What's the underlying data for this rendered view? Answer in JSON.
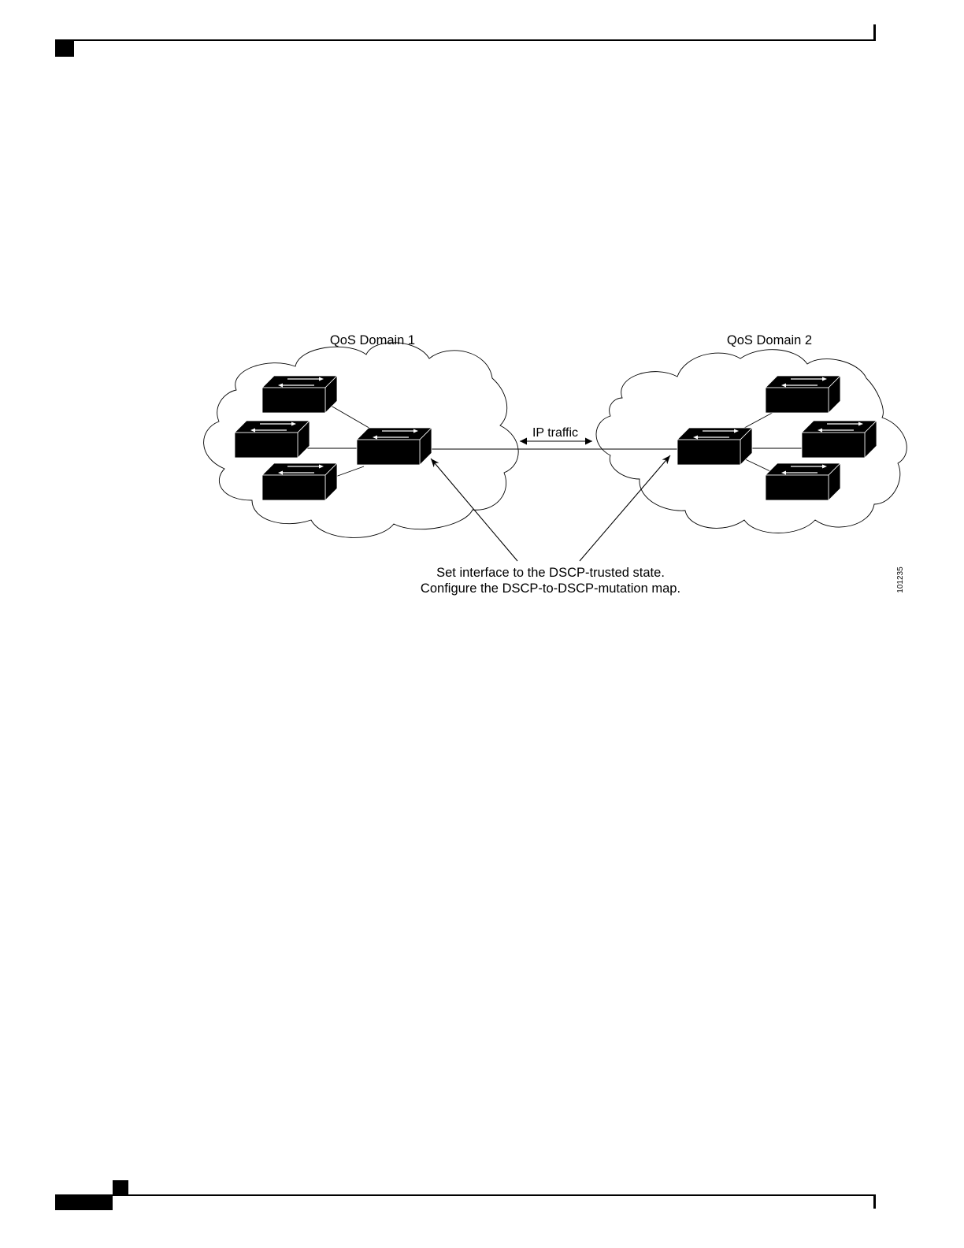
{
  "diagram": {
    "domain_left_label": "QoS Domain 1",
    "domain_right_label": "QoS Domain 2",
    "link_label": "IP traffic",
    "note_line_1": "Set interface to the DSCP-trusted state.",
    "note_line_2": "Configure the DSCP-to-DSCP-mutation map.",
    "figure_id": "101235"
  },
  "icons": {
    "switch": "switch-icon",
    "cloud": "cloud-icon"
  }
}
